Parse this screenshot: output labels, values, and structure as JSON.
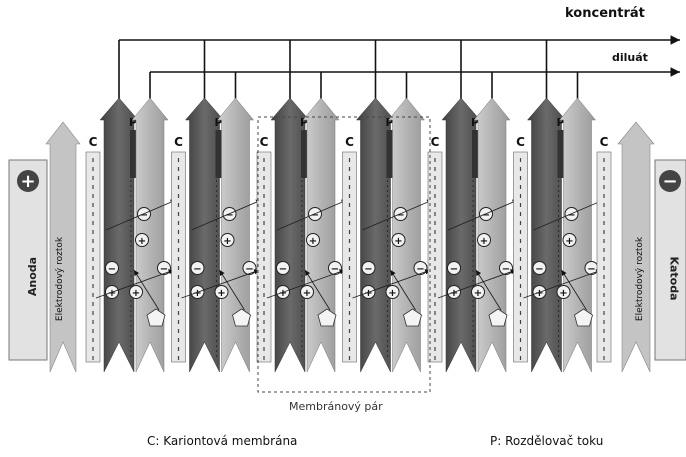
{
  "outputs": {
    "concentrate_label": "koncentrát",
    "diluate_label": "diluát"
  },
  "electrodes": {
    "anode_label": "Anoda",
    "anode_sign": "+",
    "cathode_label": "Katoda",
    "cathode_sign": "−",
    "electrode_stream_label": "Elektrodový roztok"
  },
  "membrane_letters": {
    "cation": "C",
    "distributor": "P"
  },
  "membrane_pair_label": "Membránový pár",
  "legend": {
    "cation_membrane": "C: Kariontová membrána",
    "flow_distributor": "P: Rozdělovač toku"
  },
  "ion_signs": {
    "positive": "+",
    "negative": "−"
  },
  "colors": {
    "dark_chamber": "#5a5a5a",
    "light_chamber": "#bdbdbd",
    "membrane": "#e6e6e6",
    "electrode_box": "#e0e0e0",
    "pipe": "#111111"
  }
}
